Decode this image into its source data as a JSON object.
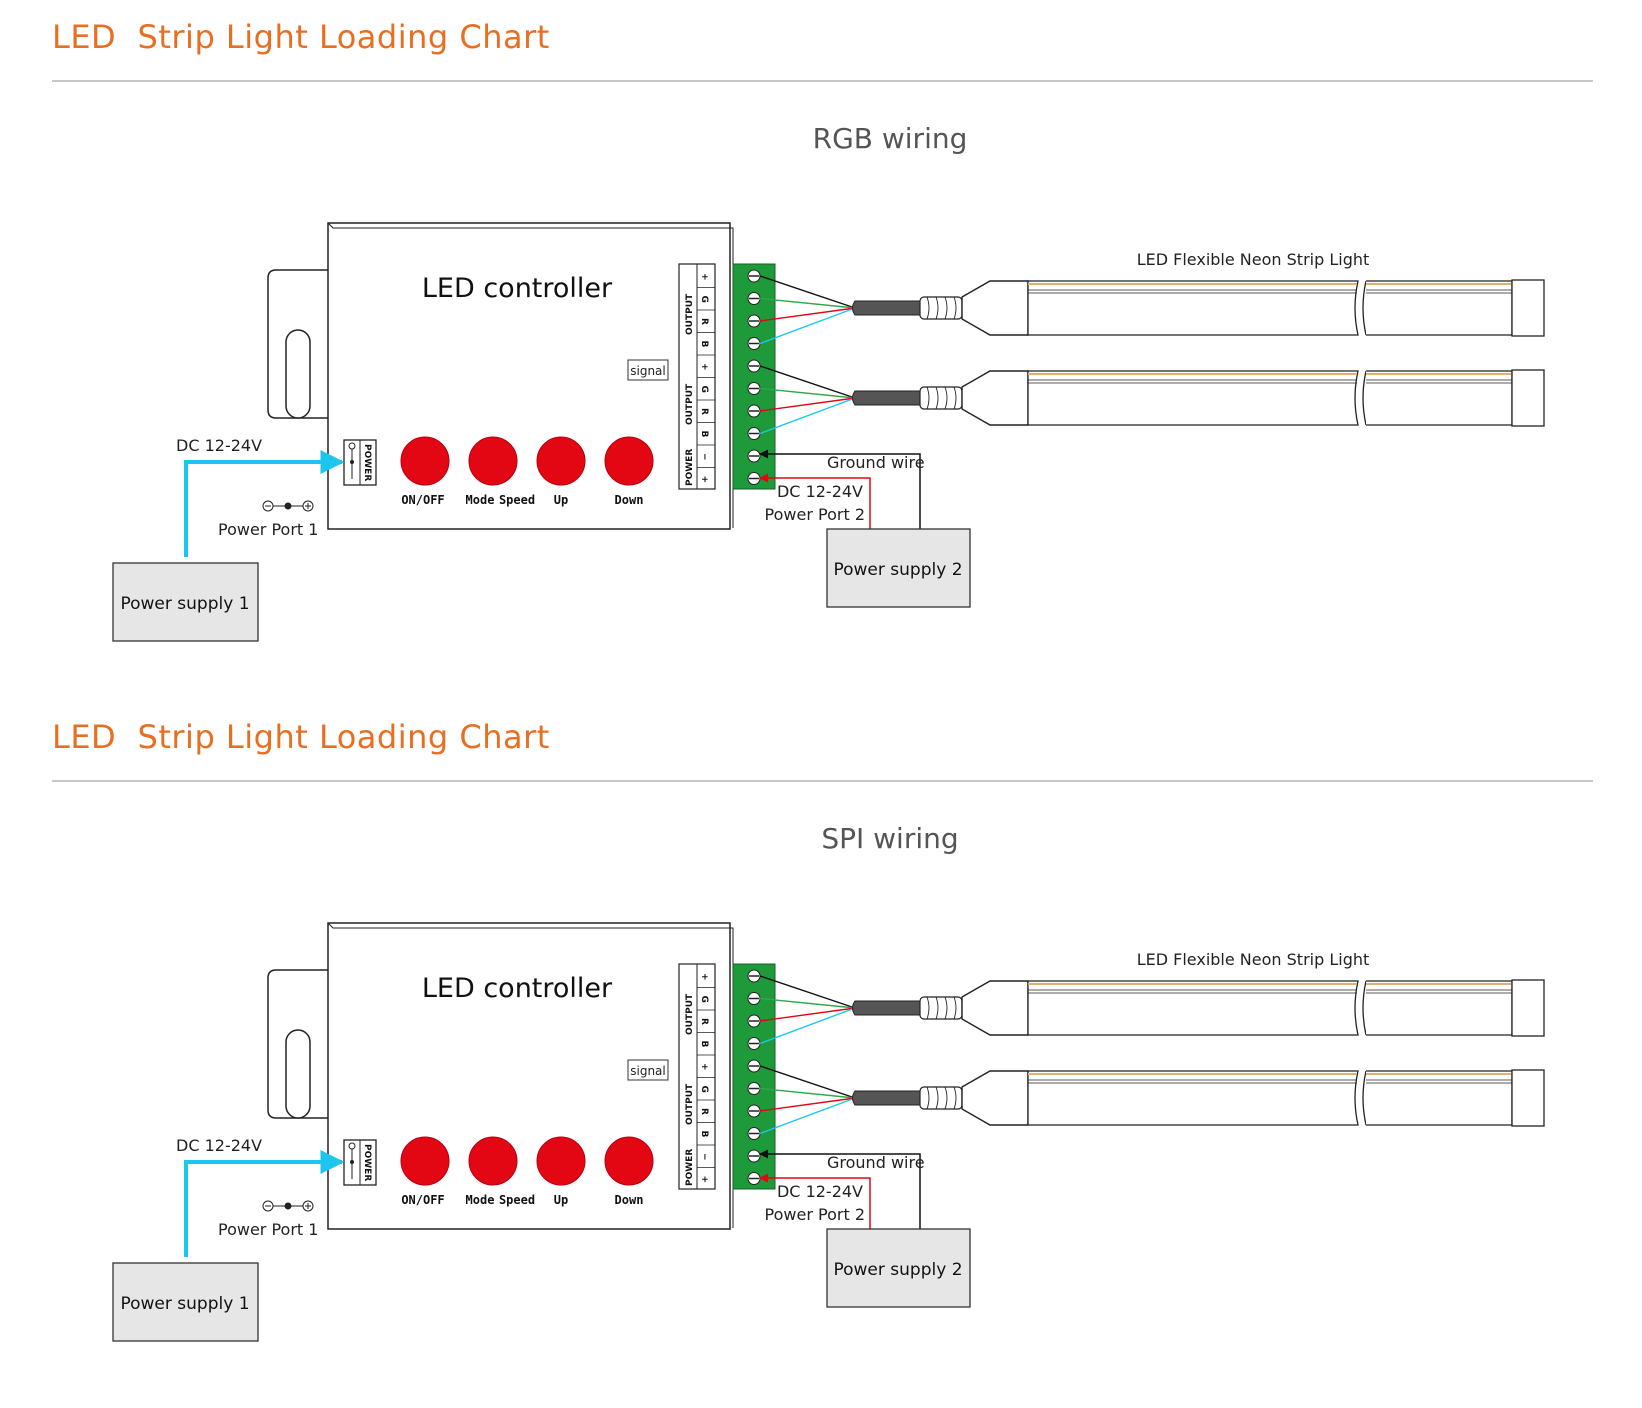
{
  "sections": [
    {
      "heading": "LED  Strip Light Loading Chart",
      "wiring_title": "RGB wiring",
      "controller_label": "LED controller",
      "buttons": [
        "ON/OFF",
        "Mode",
        "Speed",
        "Up",
        "Down"
      ],
      "signal_label": "signal",
      "output_label": "OUTPUT",
      "power_label": "POWER",
      "terminal_labels": [
        "+",
        "G",
        "R",
        "B",
        "+",
        "G",
        "R",
        "B",
        "−",
        "+"
      ],
      "strip_label": "LED Flexible Neon Strip Light",
      "dc_label_1": "DC 12-24V",
      "power_port_1": "Power Port 1",
      "dc_label_2": "DC 12-24V",
      "power_port_2": "Power Port 2",
      "ground_wire": "Ground wire",
      "power_supply_1": "Power supply 1",
      "power_supply_2": "Power supply 2"
    },
    {
      "heading": "LED  Strip Light Loading Chart",
      "wiring_title": "SPI wiring",
      "controller_label": "LED controller",
      "buttons": [
        "ON/OFF",
        "Mode",
        "Speed",
        "Up",
        "Down"
      ],
      "signal_label": "signal",
      "output_label": "OUTPUT",
      "power_label": "POWER",
      "terminal_labels": [
        "+",
        "G",
        "R",
        "B",
        "+",
        "G",
        "R",
        "B",
        "−",
        "+"
      ],
      "strip_label": "LED Flexible Neon Strip Light",
      "dc_label_1": "DC 12-24V",
      "power_port_1": "Power Port 1",
      "dc_label_2": "DC 12-24V",
      "power_port_2": "Power Port 2",
      "ground_wire": "Ground wire",
      "power_supply_1": "Power supply 1",
      "power_supply_2": "Power supply 2"
    }
  ],
  "colors": {
    "heading": "#e86f22",
    "button_red": "#e30613",
    "terminal_green": "#1f9a3b",
    "power_wire_cyan": "#1ec6ef",
    "wire_red": "#e30613",
    "wire_green": "#2da84a",
    "wire_black": "#111111",
    "supply_fill": "#e6e6e6"
  },
  "icons": [
    "mounting-slot-icon",
    "power-jack-icon",
    "polarity-symbol-icon",
    "terminal-screw-icon",
    "arrow-icon"
  ]
}
